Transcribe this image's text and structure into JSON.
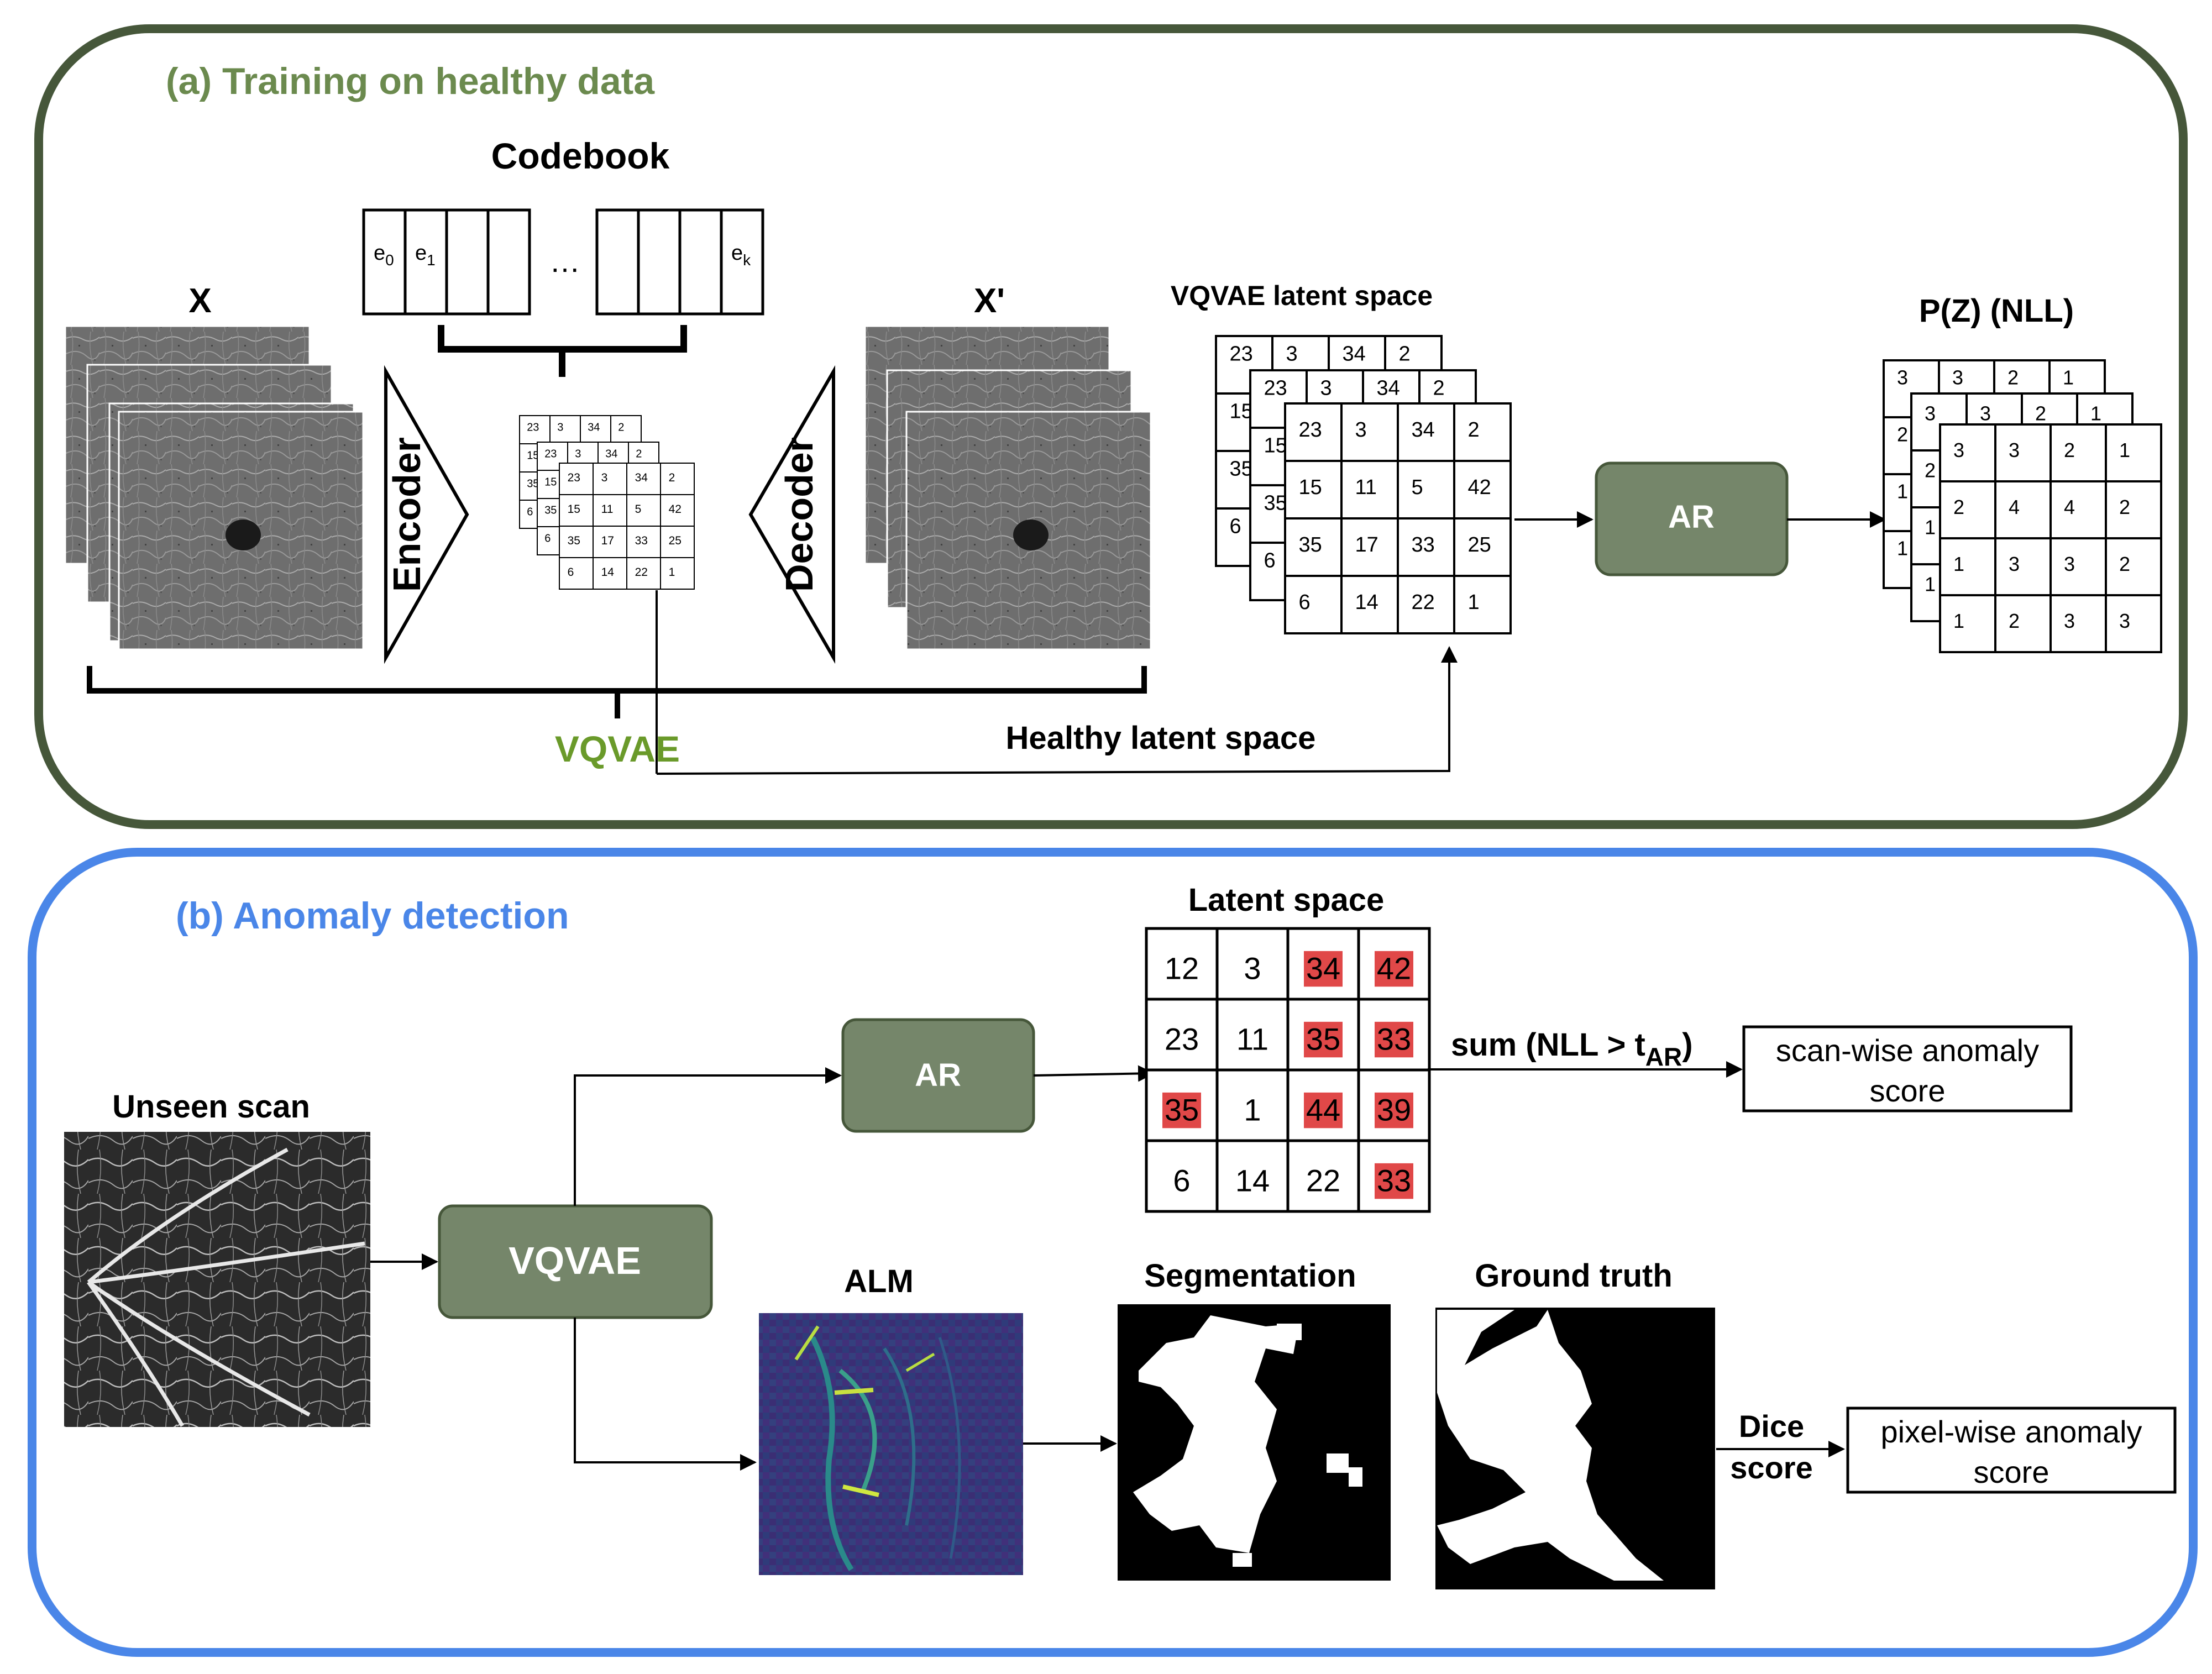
{
  "colors": {
    "panel_a_border": "#46573a",
    "panel_a_title": "#6b8a4e",
    "panel_b_border": "#4a86e8",
    "panel_b_title": "#4a86e8",
    "ar_box_fill": "#75866a",
    "ar_box_border": "#46573a",
    "vqvae_label": "#6a9a2a",
    "highlight_red": "#e04848",
    "alm_base": "#3b2e74"
  },
  "panel_a": {
    "title": "(a) Training on healthy data",
    "codebook_label": "Codebook",
    "codebook_cells": [
      "e0",
      "e1",
      "",
      "",
      "…",
      "",
      "",
      "",
      "ek"
    ],
    "x_label": "X",
    "x_prime_label": "X'",
    "encoder_label": "Encoder",
    "decoder_label": "Decoder",
    "vqvae_label": "VQVAE",
    "healthy_latent_label": "Healthy latent space",
    "latent_space_label": "VQVAE latent space",
    "ar_label": "AR",
    "pz_label": "P(Z) (NLL)",
    "latent_grid": [
      [
        "23",
        "3",
        "34",
        "2"
      ],
      [
        "15",
        "11",
        "5",
        "42"
      ],
      [
        "35",
        "17",
        "33",
        "25"
      ],
      [
        "6",
        "14",
        "22",
        "1"
      ]
    ],
    "latent_back_row": [
      "23",
      "3",
      "34",
      "2"
    ],
    "latent_back_col": [
      "15",
      "35",
      "6"
    ],
    "prob_grid": [
      [
        "3",
        "3",
        "2",
        "1"
      ],
      [
        "2",
        "4",
        "4",
        "2"
      ],
      [
        "1",
        "3",
        "3",
        "2"
      ],
      [
        "1",
        "2",
        "3",
        "3"
      ]
    ],
    "prob_back_row": [
      "3",
      "3",
      "2",
      "1"
    ],
    "prob_back_col": [
      "2",
      "1",
      "1"
    ]
  },
  "panel_b": {
    "title": "(b) Anomaly detection",
    "unseen_label": "Unseen scan",
    "vqvae_label": "VQVAE",
    "ar_label": "AR",
    "latent_label": "Latent space",
    "latent_grid": [
      [
        "12",
        "3",
        "34",
        "42"
      ],
      [
        "23",
        "11",
        "35",
        "33"
      ],
      [
        "35",
        "1",
        "44",
        "39"
      ],
      [
        "6",
        "14",
        "22",
        "33"
      ]
    ],
    "highlighted": [
      [
        0,
        2
      ],
      [
        0,
        3
      ],
      [
        1,
        2
      ],
      [
        1,
        3
      ],
      [
        2,
        0
      ],
      [
        2,
        2
      ],
      [
        2,
        3
      ],
      [
        3,
        3
      ]
    ],
    "sum_label": "sum (NLL > t",
    "sum_sub": "AR",
    "sum_close": ")",
    "scan_score_line1": "scan-wise anomaly",
    "scan_score_line2": "score",
    "alm_label": "ALM",
    "seg_label": "Segmentation",
    "gt_label": "Ground truth",
    "dice_line1": "Dice",
    "dice_line2": "score",
    "pixel_score_line1": "pixel-wise anomaly",
    "pixel_score_line2": "score"
  }
}
